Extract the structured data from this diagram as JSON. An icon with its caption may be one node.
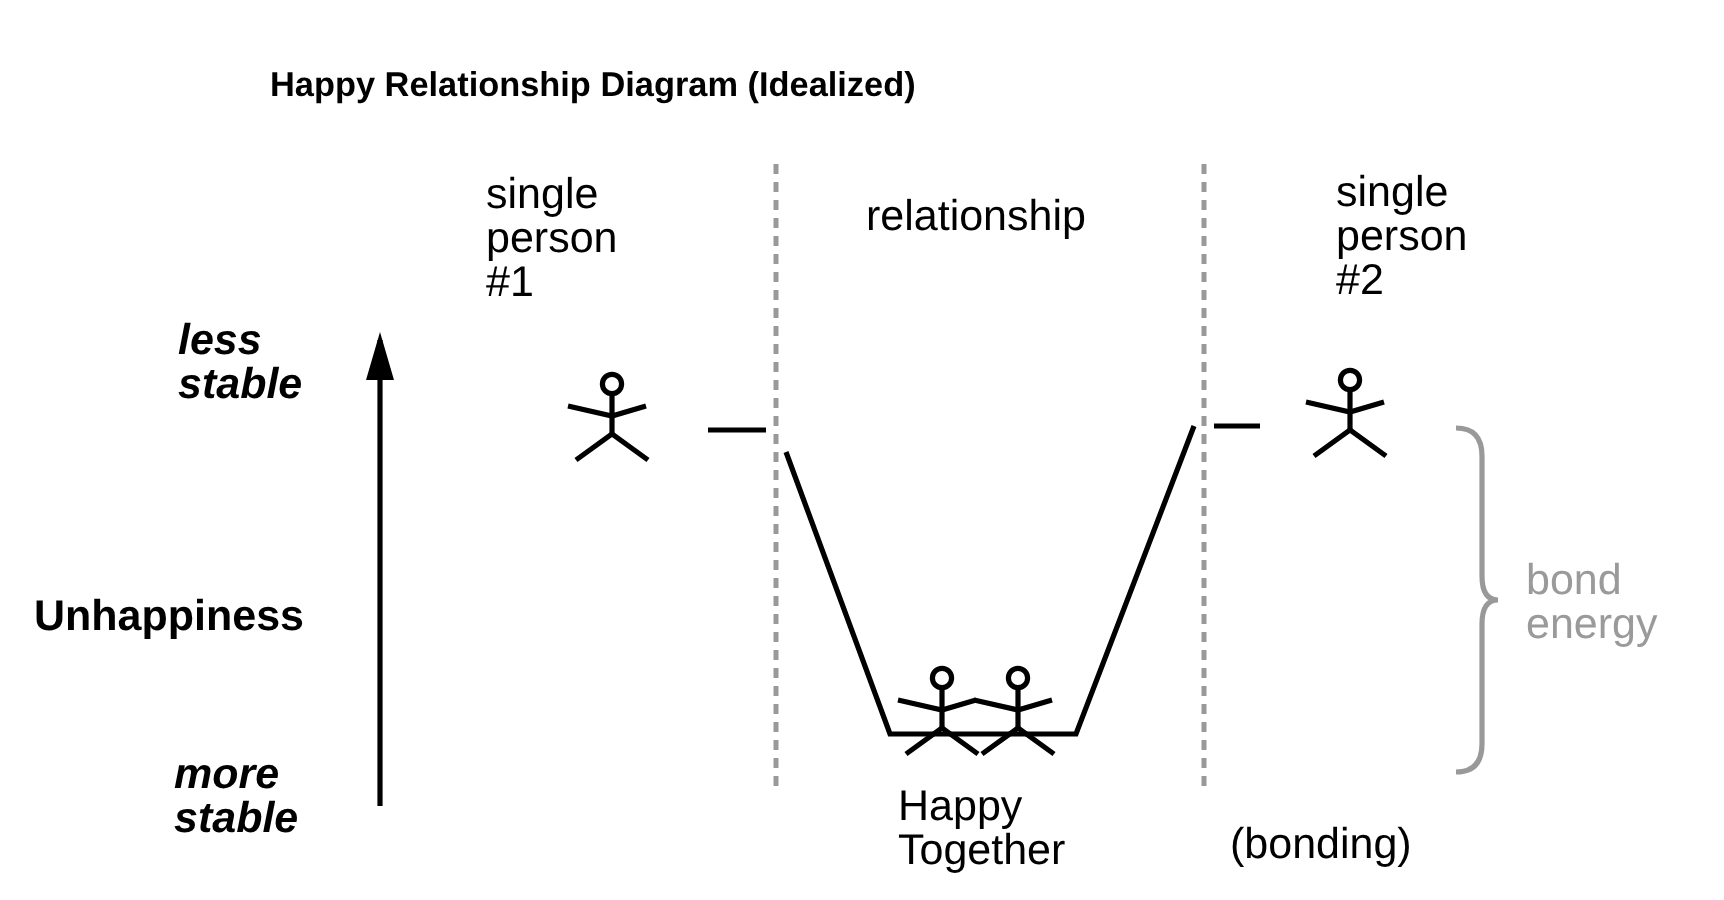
{
  "diagram": {
    "title": "Happy Relationship Diagram (Idealized)",
    "labels": [
      "single person #1",
      "relationship",
      "single person #2",
      "less stable",
      "Unhappiness",
      "bond energy",
      "more stable",
      "Happy Together",
      "(bonding)"
    ]
  }
}
